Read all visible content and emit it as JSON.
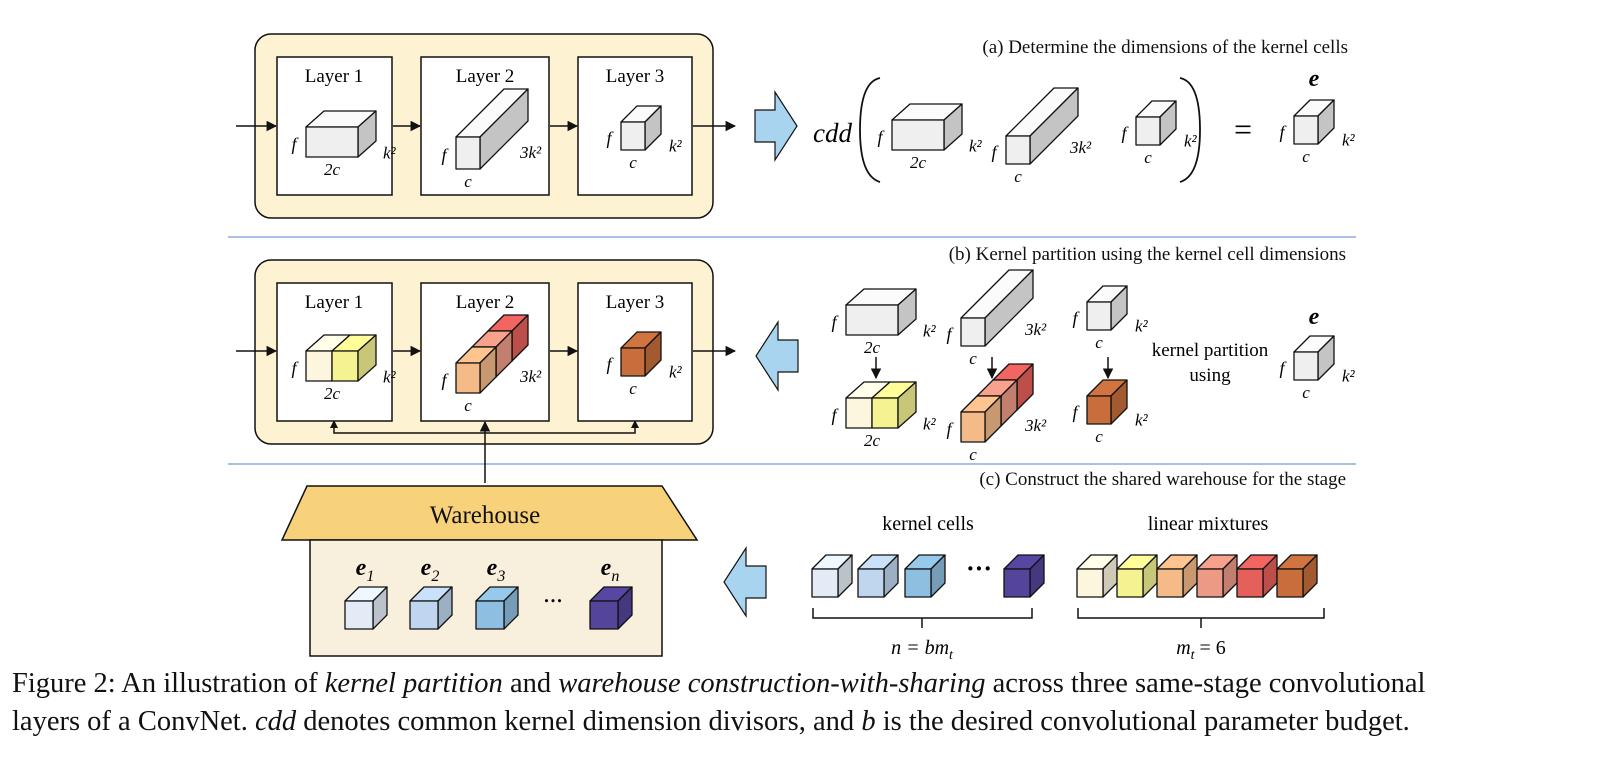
{
  "sections": {
    "a": "(a) Determine the dimensions of the kernel cells",
    "b": "(b) Kernel partition using the kernel cell dimensions",
    "c": "(c) Construct the shared warehouse for the stage"
  },
  "layers": [
    "Layer 1",
    "Layer 2",
    "Layer 3"
  ],
  "dims": {
    "f": "f",
    "k2": "k²",
    "k2_3": "3k²",
    "c2": "2c",
    "c": "c",
    "cdd": "cdd",
    "equals": "=",
    "e": "e"
  },
  "partition_label": [
    "kernel partition",
    "using"
  ],
  "warehouse": {
    "title": "Warehouse",
    "items": [
      "e1",
      "e2",
      "e3",
      "...",
      "en"
    ],
    "item_base": [
      "e",
      "e",
      "e",
      "",
      "e"
    ],
    "item_sub": [
      "1",
      "2",
      "3",
      "",
      "n"
    ]
  },
  "kernel_cells": {
    "label": "kernel cells",
    "formula_base": "n = bm",
    "formula_sub": "t",
    "ellipsis": "···"
  },
  "linear_mixtures": {
    "label": "linear mixtures",
    "formula_base": "m",
    "formula_sub": "t",
    "formula_rest": " = 6"
  },
  "colors": {
    "panel_fill": "#fdf2d2",
    "divider": "#a9bfe8",
    "arrow_fill": "#a9d4f0",
    "warehouse_roof": "#f8d27a",
    "warehouse_body": "#f8efdc",
    "kernel_cells": [
      "#e3ecf6",
      "#c0d6ee",
      "#8fbfe0",
      "#54449a"
    ],
    "mixtures": [
      "#fdf6df",
      "#f4f291",
      "#f4bb88",
      "#ec9a86",
      "#e6605b",
      "#c86e3c"
    ]
  },
  "caption": {
    "p1": "Figure 2: An illustration of ",
    "i1": "kernel partition",
    "p2": " and ",
    "i2": "warehouse construction-with-sharing",
    "p3": " across three same-stage convolutional",
    "p4": "layers of a ConvNet. ",
    "i3": "cdd",
    "p5": " denotes common kernel dimension divisors, and ",
    "i4": "b",
    "p6": " is the desired convolutional parameter budget."
  }
}
